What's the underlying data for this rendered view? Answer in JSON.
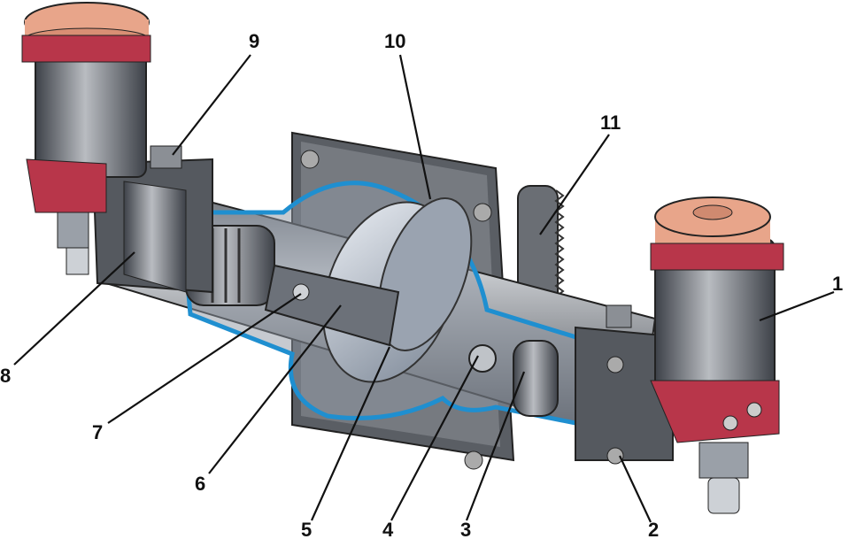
{
  "labels": {
    "l1": "1",
    "l2": "2",
    "l3": "3",
    "l4": "4",
    "l5": "5",
    "l6": "6",
    "l7": "7",
    "l8": "8",
    "l9": "9",
    "l10": "10",
    "l11": "11"
  },
  "colors": {
    "housing_outline": "#1f8fd0",
    "metal": "#8a8f96",
    "dark_metal": "#4a4e55",
    "copper": "#e8a58a",
    "clamp": "#b8364a"
  }
}
